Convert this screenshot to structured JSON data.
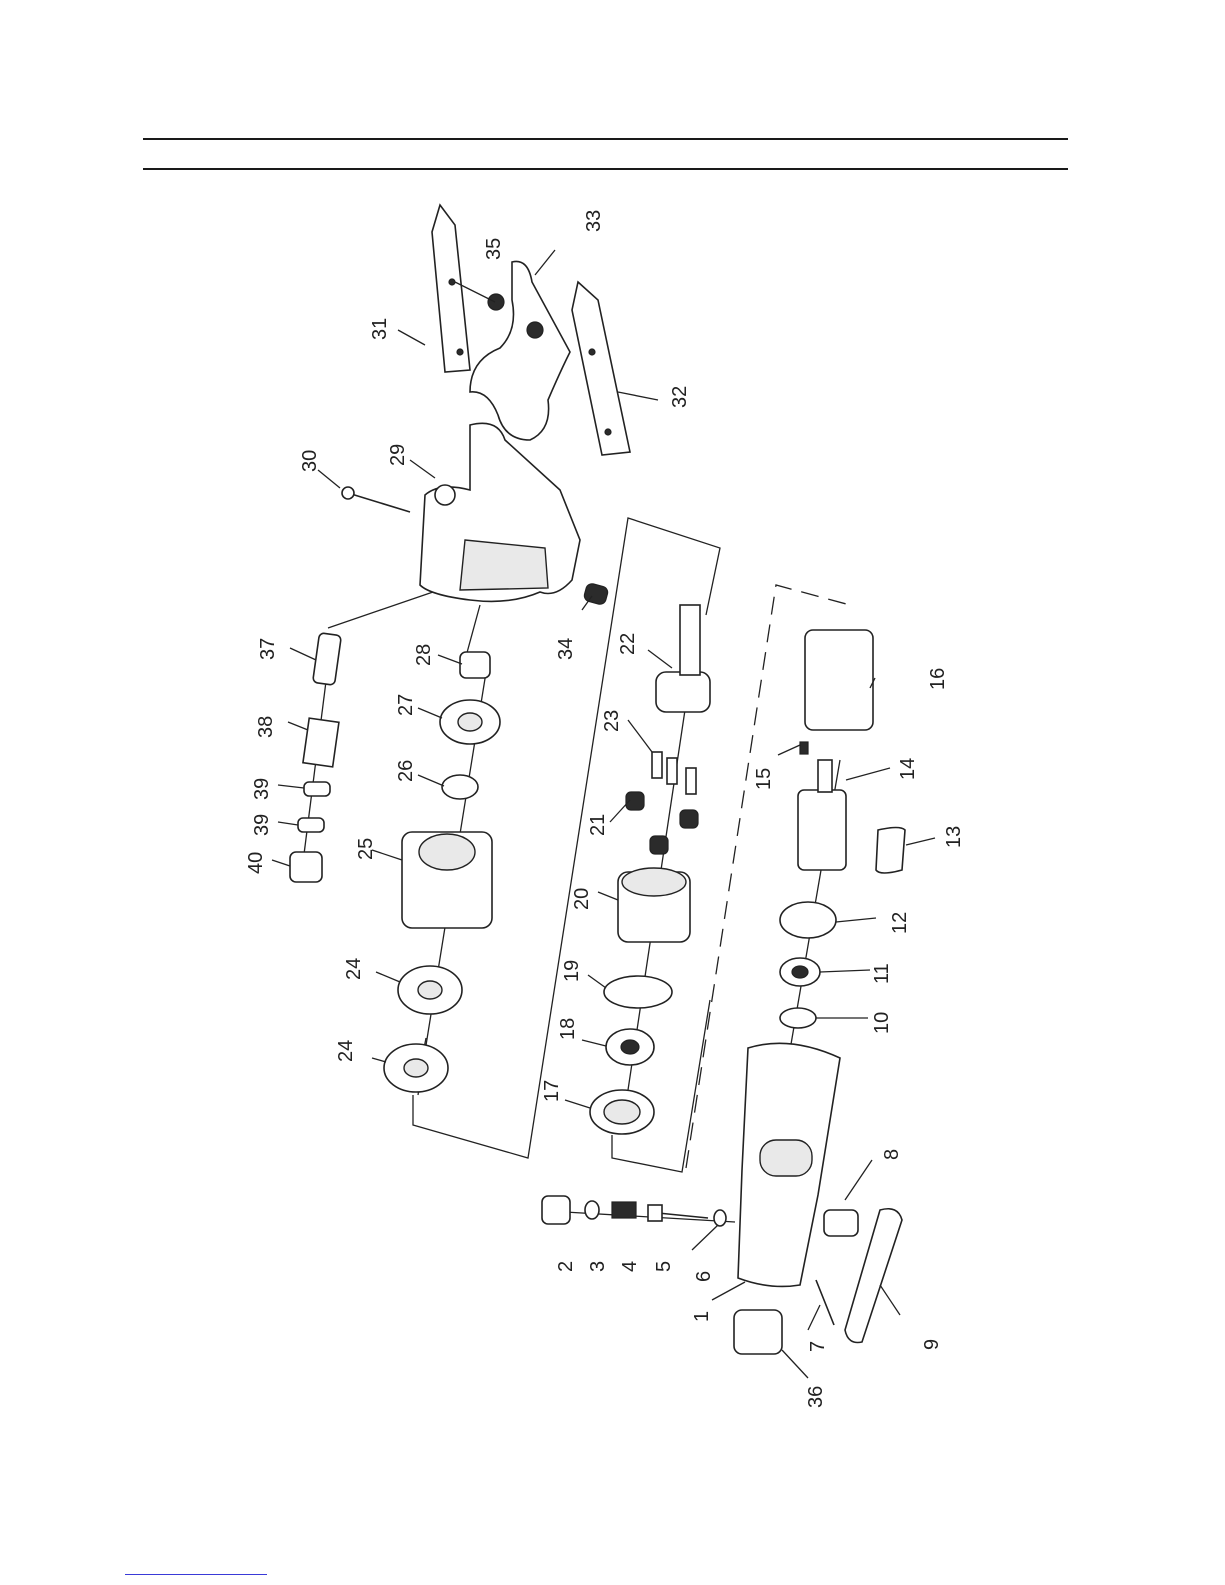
{
  "page": {
    "has_header_rules": true
  },
  "diagram": {
    "type": "exploded-parts-view",
    "callouts": [
      {
        "id": "c1",
        "label": "1"
      },
      {
        "id": "c2",
        "label": "2"
      },
      {
        "id": "c3",
        "label": "3"
      },
      {
        "id": "c4",
        "label": "4"
      },
      {
        "id": "c5",
        "label": "5"
      },
      {
        "id": "c6",
        "label": "6"
      },
      {
        "id": "c7",
        "label": "7"
      },
      {
        "id": "c8",
        "label": "8"
      },
      {
        "id": "c9",
        "label": "9"
      },
      {
        "id": "c10",
        "label": "10"
      },
      {
        "id": "c11",
        "label": "11"
      },
      {
        "id": "c12",
        "label": "12"
      },
      {
        "id": "c13",
        "label": "13"
      },
      {
        "id": "c14",
        "label": "14"
      },
      {
        "id": "c15",
        "label": "15"
      },
      {
        "id": "c16",
        "label": "16"
      },
      {
        "id": "c17",
        "label": "17"
      },
      {
        "id": "c18",
        "label": "18"
      },
      {
        "id": "c19",
        "label": "19"
      },
      {
        "id": "c20",
        "label": "20"
      },
      {
        "id": "c21",
        "label": "21"
      },
      {
        "id": "c22",
        "label": "22"
      },
      {
        "id": "c23",
        "label": "23"
      },
      {
        "id": "c24a",
        "label": "24"
      },
      {
        "id": "c24b",
        "label": "24"
      },
      {
        "id": "c25",
        "label": "25"
      },
      {
        "id": "c26",
        "label": "26"
      },
      {
        "id": "c27",
        "label": "27"
      },
      {
        "id": "c28",
        "label": "28"
      },
      {
        "id": "c29",
        "label": "29"
      },
      {
        "id": "c30",
        "label": "30"
      },
      {
        "id": "c31",
        "label": "31"
      },
      {
        "id": "c32",
        "label": "32"
      },
      {
        "id": "c33",
        "label": "33"
      },
      {
        "id": "c34",
        "label": "34"
      },
      {
        "id": "c35",
        "label": "35"
      },
      {
        "id": "c36",
        "label": "36"
      },
      {
        "id": "c37",
        "label": "37"
      },
      {
        "id": "c38",
        "label": "38"
      },
      {
        "id": "c39a",
        "label": "39"
      },
      {
        "id": "c39b",
        "label": "39"
      },
      {
        "id": "c40",
        "label": "40"
      }
    ]
  }
}
